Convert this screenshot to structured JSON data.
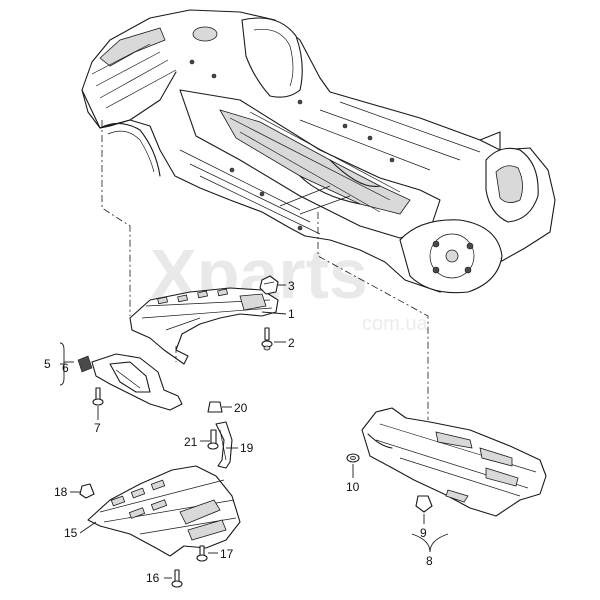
{
  "watermark": {
    "brand": "Xparts",
    "domain": "com.ua"
  },
  "callouts": {
    "c1": "1",
    "c2": "2",
    "c3": "3",
    "c5": "5",
    "c6": "6",
    "c7": "7",
    "c8": "8",
    "c9": "9",
    "c10": "10",
    "c15": "15",
    "c16": "16",
    "c17": "17",
    "c18": "18",
    "c19": "19",
    "c20": "20",
    "c21": "21"
  }
}
